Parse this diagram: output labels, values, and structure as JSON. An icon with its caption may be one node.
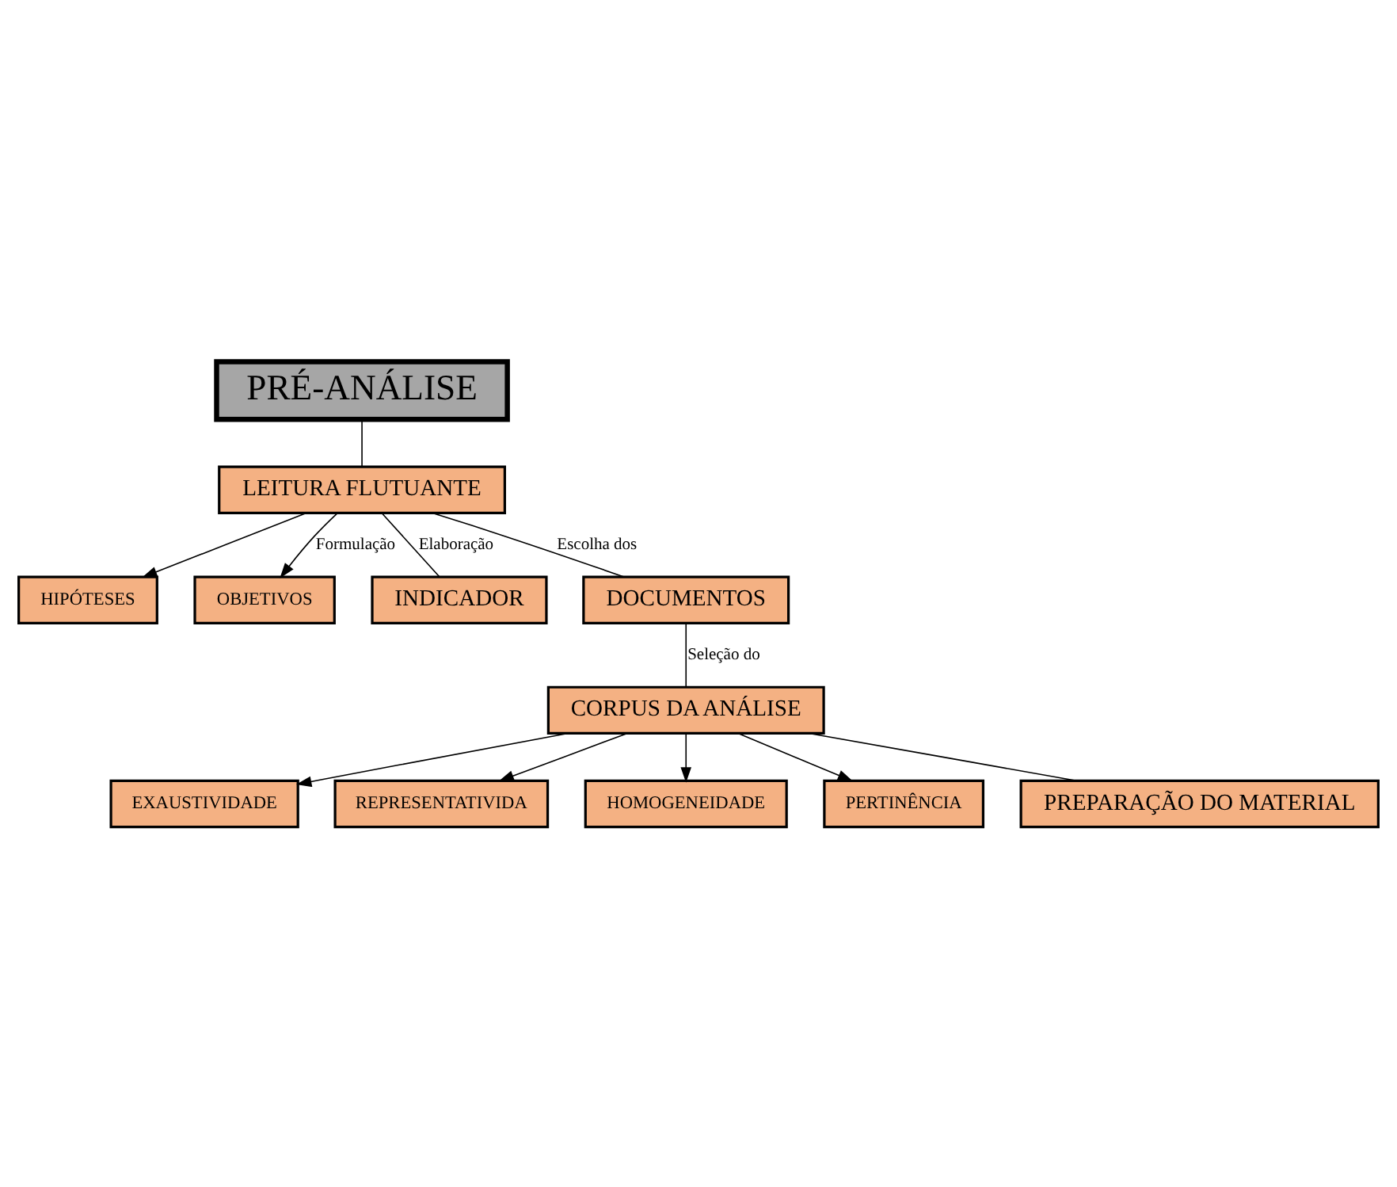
{
  "diagram": {
    "nodes": [
      {
        "text": [
          "PRÉ-ANÁLISE"
        ]
      },
      {
        "text": [
          "LEITURA FLUTUANTE"
        ]
      },
      {
        "text": [
          "HIPÓTESES"
        ]
      },
      {
        "text": [
          "OBJETIVOS"
        ]
      },
      {
        "text": [
          "INDICADOR"
        ]
      },
      {
        "text": [
          "DOCUMENTOS"
        ]
      },
      {
        "text": [
          "CORPUS DA ANÁLISE"
        ]
      },
      {
        "text": [
          "EXAUSTIVIDADE"
        ]
      },
      {
        "text": [
          "REPRESENTATIVIDA"
        ]
      },
      {
        "text": [
          "HOMOGENEIDADE"
        ]
      },
      {
        "text": [
          "PERTINÊNCIA"
        ]
      },
      {
        "text": [
          "PREPARAÇÃO DO MATERIAL"
        ]
      }
    ],
    "edges": [
      {
        "from": 0,
        "to": 1,
        "arrow": "none"
      },
      {
        "from": 1,
        "to": 5,
        "arrow": "none",
        "label": "Escolha dos"
      },
      {
        "from": 1,
        "to": 4,
        "arrow": "none",
        "label": "Elaboração"
      },
      {
        "from": 1,
        "to": 2,
        "arrow": "to"
      },
      {
        "from": 1,
        "to": 3,
        "arrow": "to",
        "label": "Formulação"
      },
      {
        "from": 5,
        "to": 6,
        "arrow": "none",
        "label": "Seleção do"
      },
      {
        "from": 6,
        "to": 7,
        "arrow": "to"
      },
      {
        "from": 6,
        "to": 8,
        "arrow": "to"
      },
      {
        "from": 6,
        "to": 9,
        "arrow": "to"
      },
      {
        "from": 6,
        "to": 10,
        "arrow": "to"
      },
      {
        "from": 6,
        "to": 11,
        "arrow": "none"
      }
    ]
  }
}
